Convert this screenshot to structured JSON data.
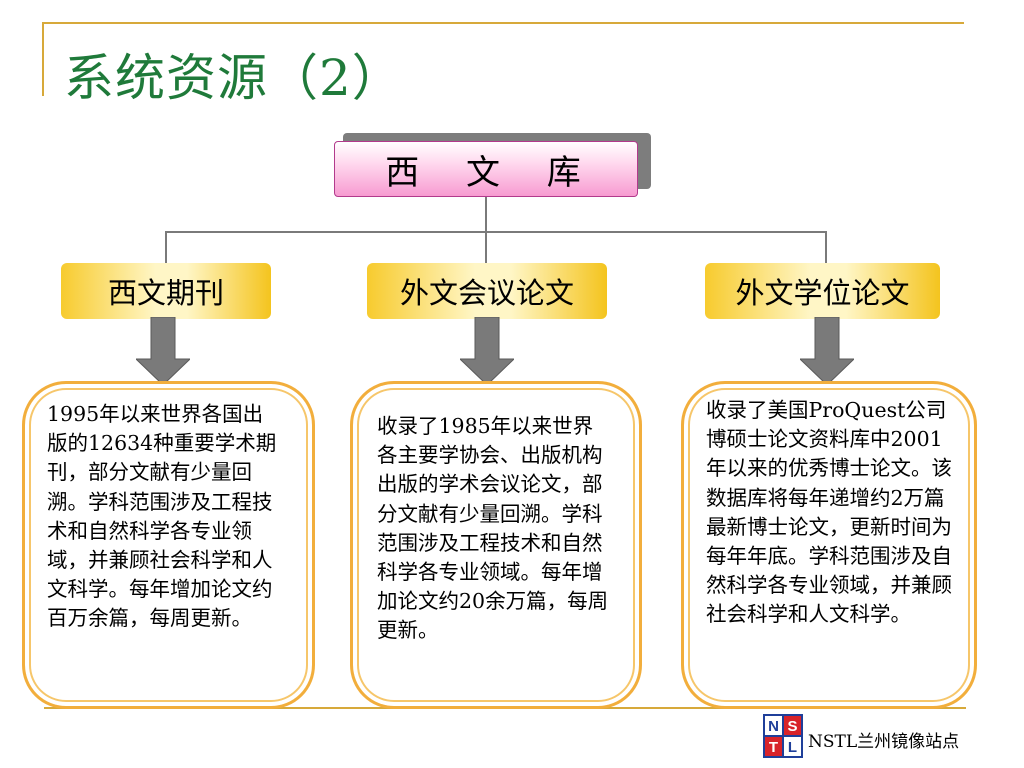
{
  "title": "系统资源（2）",
  "root": {
    "label": "西 文 库"
  },
  "categories": [
    {
      "label": "西文期刊",
      "description": "1995年以来世界各国出版的12634种重要学术期刊，部分文献有少量回溯。学科范围涉及工程技术和自然科学各专业领域，并兼顾社会科学和人文科学。每年增加论文约百万余篇，每周更新。"
    },
    {
      "label": "外文会议论文",
      "description": "收录了1985年以来世界各主要学协会、出版机构出版的学术会议论文，部分文献有少量回溯。学科范围涉及工程技术和自然科学各专业领域。每年增加论文约20余万篇，每周更新。"
    },
    {
      "label": "外文学位论文",
      "description": "收录了美国ProQuest公司博硕士论文资料库中2001年以来的优秀博士论文。该数据库将每年递增约2万篇最新博士论文，更新时间为每年年底。学科范围涉及自然科学各专业领域，并兼顾社会科学和人文科学。"
    }
  ],
  "footer": {
    "logo_letters": [
      "N",
      "S",
      "T",
      "L"
    ],
    "text": "NSTL兰州镜像站点"
  },
  "colors": {
    "title": "#1f7a3a",
    "accent_rule": "#d7a93a",
    "category_gold": "#f7cb2e",
    "box_border": "#f2ae3c",
    "logo_blue": "#1f3f9a",
    "logo_red": "#d8232a"
  }
}
